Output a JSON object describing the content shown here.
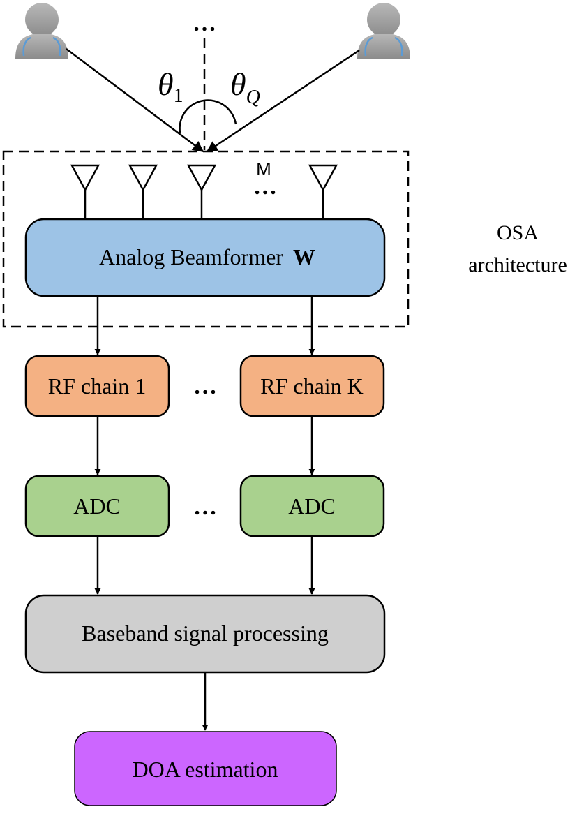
{
  "angles": {
    "left": {
      "symbol": "θ",
      "subscript": "1"
    },
    "right": {
      "symbol": "θ",
      "subscript": "Q"
    }
  },
  "top_ellipsis": "…",
  "antenna": {
    "count_label": "M",
    "ellipsis": "…"
  },
  "beamformer": {
    "label": "Analog Beamformer",
    "matrix": "W"
  },
  "osa_label": {
    "line1": "OSA",
    "line2": "architecture"
  },
  "rf_chains": {
    "first": "RF chain 1",
    "last": "RF chain K",
    "ellipsis": "…"
  },
  "adcs": {
    "first": "ADC",
    "last": "ADC",
    "ellipsis": "…"
  },
  "baseband": {
    "label": "Baseband signal processing"
  },
  "doa": {
    "label": "DOA estimation"
  },
  "colors": {
    "beamformer_fill": "#9dc3e6",
    "rf_fill": "#f4b183",
    "adc_fill": "#a9d18e",
    "baseband_fill": "#cfcfcf",
    "doa_fill": "#cc66ff",
    "user_icon": "#9e9e9e",
    "user_accent": "#5b9bd5",
    "stroke": "#000000"
  },
  "icons": {
    "left_user": "user-icon",
    "right_user": "user-icon",
    "antenna": "antenna-icon"
  }
}
